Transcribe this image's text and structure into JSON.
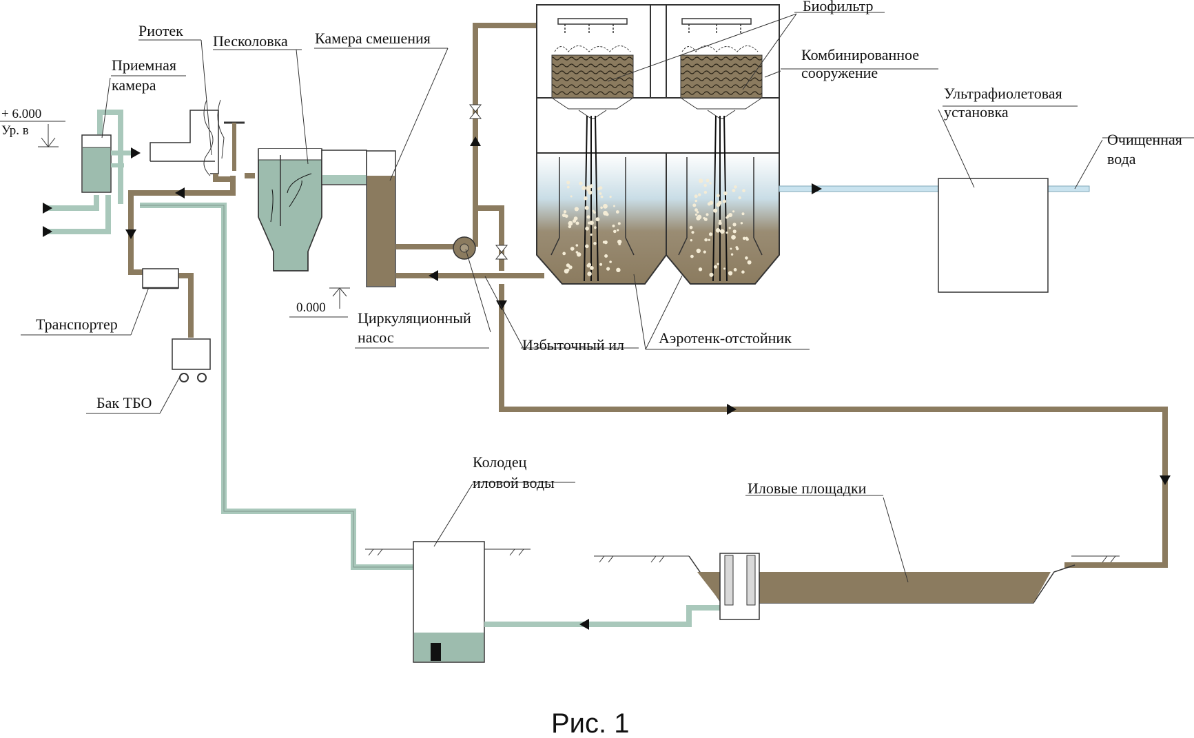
{
  "colors": {
    "sludge_pipe": "#8b7b5f",
    "water_pipe": "#a9c8bb",
    "water_fill": "#9dbcae",
    "sludge_fill": "#8b7b5f",
    "clean_water": "#c9e3ef",
    "uv_box": "#ffffff"
  },
  "labels": {
    "level_top": "+ 6.000",
    "level_top_sub": "Ур. в",
    "level_zero": "0.000",
    "priemnaya_1": "Приемная",
    "priemnaya_2": "камера",
    "riotek": "Риотек",
    "peskolovka": "Песколовка",
    "kamera_smesheniya": "Камера смешения",
    "biofilter": "Биофильтр",
    "kombinirovannoe_1": "Комбинированное",
    "kombinirovannoe_2": "сооружение",
    "uv_1": "Ультрафиолетовая",
    "uv_2": "установка",
    "ochisch_1": "Очищенная",
    "ochisch_2": "вода",
    "transporter": "Транспортер",
    "bak_tbo": "Бак ТБО",
    "cirk_1": "Циркуляционный",
    "cirk_2": "насос",
    "izbyt_il": "Избыточный ил",
    "aerotenk": "Аэротенк-отстойник",
    "kolodec_1": "Колодец",
    "kolodec_2": "иловой воды",
    "ilovye": "Иловые площадки"
  },
  "caption": "Рис. 1"
}
